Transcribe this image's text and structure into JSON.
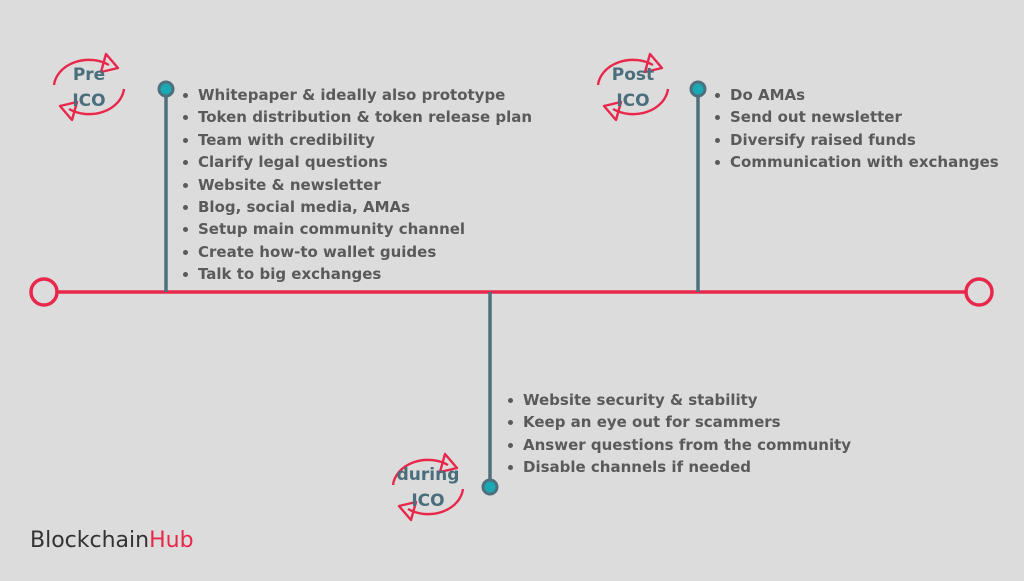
{
  "colors": {
    "timeline": "#e8274b",
    "stem": "#4f6f7d",
    "node_fill": "#18a9b5",
    "text": "#5a5a5a",
    "label": "#4a6e7c",
    "brand_dark": "#333333",
    "brand_accent": "#e8274b"
  },
  "phases": {
    "pre": {
      "label_line1": "Pre",
      "label_line2": "ICO",
      "icon": "refresh-cycle-icon",
      "items": [
        "Whitepaper & ideally also prototype",
        "Token distribution & token release plan",
        "Team with credibility",
        "Clarify legal questions",
        "Website & newsletter",
        "Blog, social media, AMAs",
        "Setup main community channel",
        "Create how-to wallet guides",
        "Talk to big exchanges"
      ]
    },
    "during": {
      "label_line1": "during",
      "label_line2": "ICO",
      "icon": "refresh-cycle-icon",
      "items": [
        "Website security & stability",
        "Keep an eye out for scammers",
        "Answer questions from the community",
        "Disable channels if needed"
      ]
    },
    "post": {
      "label_line1": "Post",
      "label_line2": "ICO",
      "icon": "refresh-cycle-icon",
      "items": [
        "Do AMAs",
        "Send out newsletter",
        "Diversify raised funds",
        "Communication with exchanges"
      ]
    }
  },
  "brand": {
    "part1": "Blockchain",
    "part2": "Hub"
  }
}
